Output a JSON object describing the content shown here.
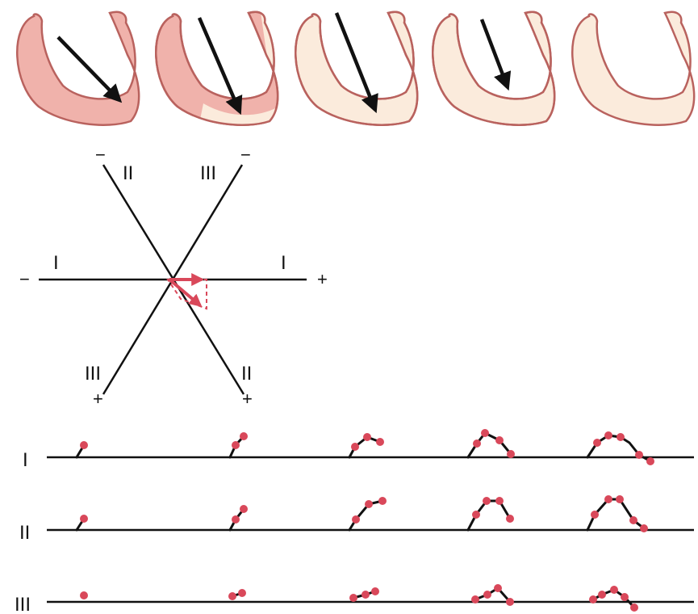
{
  "axes": {
    "lead_I": {
      "left_label": "I",
      "right_label": "I",
      "neg": "−",
      "pos": "+"
    },
    "lead_II": {
      "top_label": "II",
      "bottom_label": "II",
      "neg": "−",
      "pos": "+"
    },
    "lead_III": {
      "top_label": "III",
      "bottom_label": "III",
      "neg": "−",
      "pos": "+"
    }
  },
  "traces": {
    "rows": [
      {
        "label": "I"
      },
      {
        "label": "II"
      },
      {
        "label": "III"
      }
    ]
  },
  "colors": {
    "tissue_depolarized": "#f0b2ab",
    "tissue_outline": "#b9625e",
    "tissue_repolarized": "#fbebdc",
    "vector": "#d9485a",
    "ink": "#111111"
  }
}
